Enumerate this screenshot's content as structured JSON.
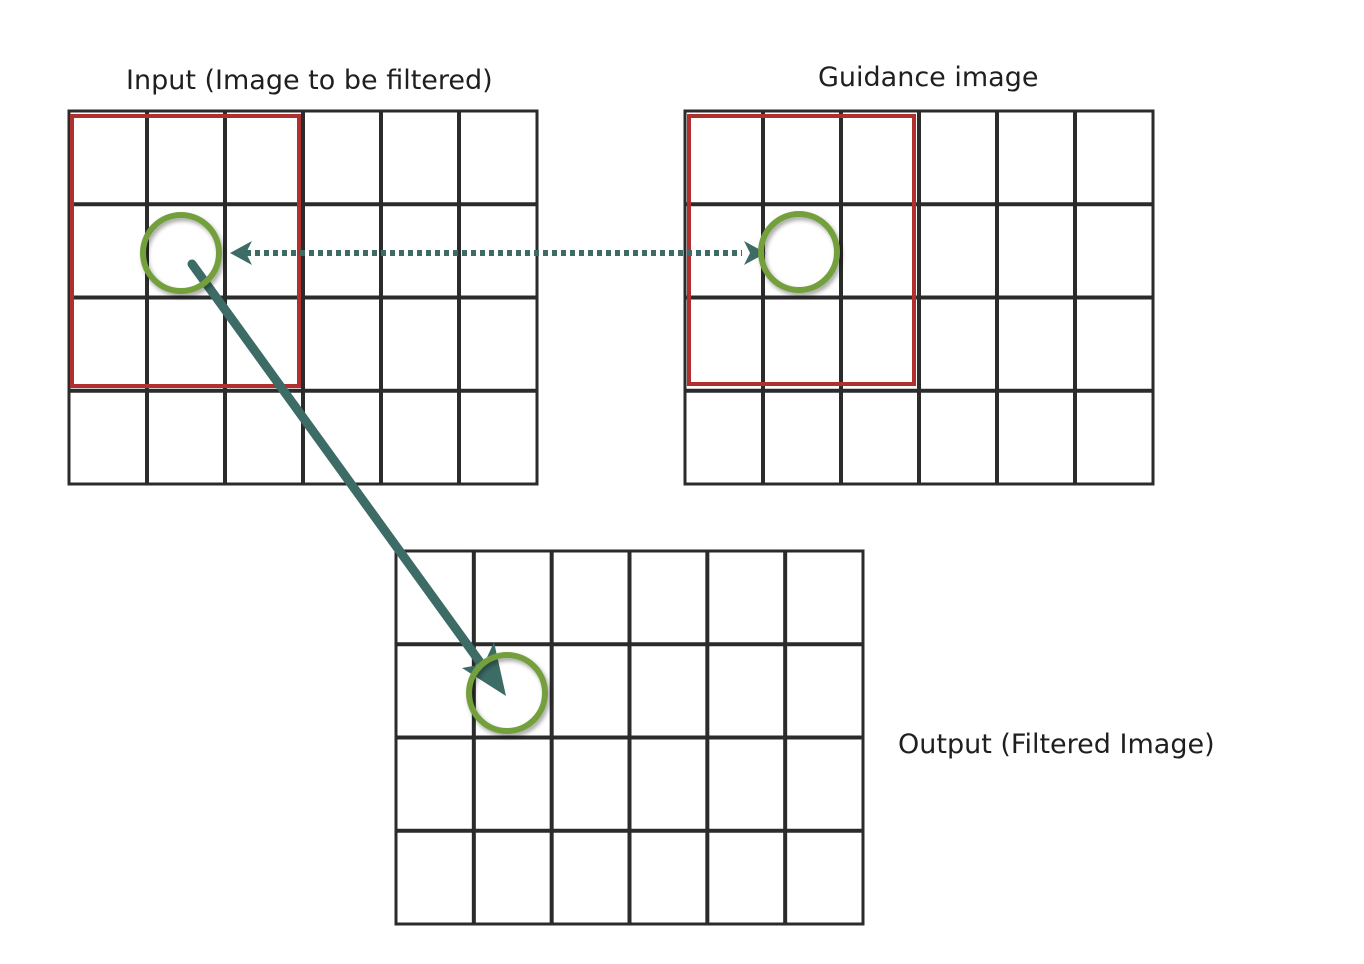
{
  "labels": {
    "input": "Input (Image to be filtered)",
    "guidance": "Guidance image",
    "output": "Output (Filtered Image)"
  },
  "grids": {
    "input": {
      "rows": 4,
      "cols": 6
    },
    "guidance": {
      "rows": 4,
      "cols": 6
    },
    "output": {
      "rows": 4,
      "cols": 6
    }
  },
  "windows": {
    "input": {
      "rows": 3,
      "cols": 3
    },
    "guidance": {
      "rows": 3,
      "cols": 3
    }
  },
  "colors": {
    "grid": "#2b2b2b",
    "window": "#b03030",
    "pixel_ring": "#73a03c",
    "arrow": "#3d6b66",
    "background": "#ffffff"
  },
  "icons": [
    "pixel-ring",
    "dotted-double-arrow",
    "solid-arrow"
  ]
}
